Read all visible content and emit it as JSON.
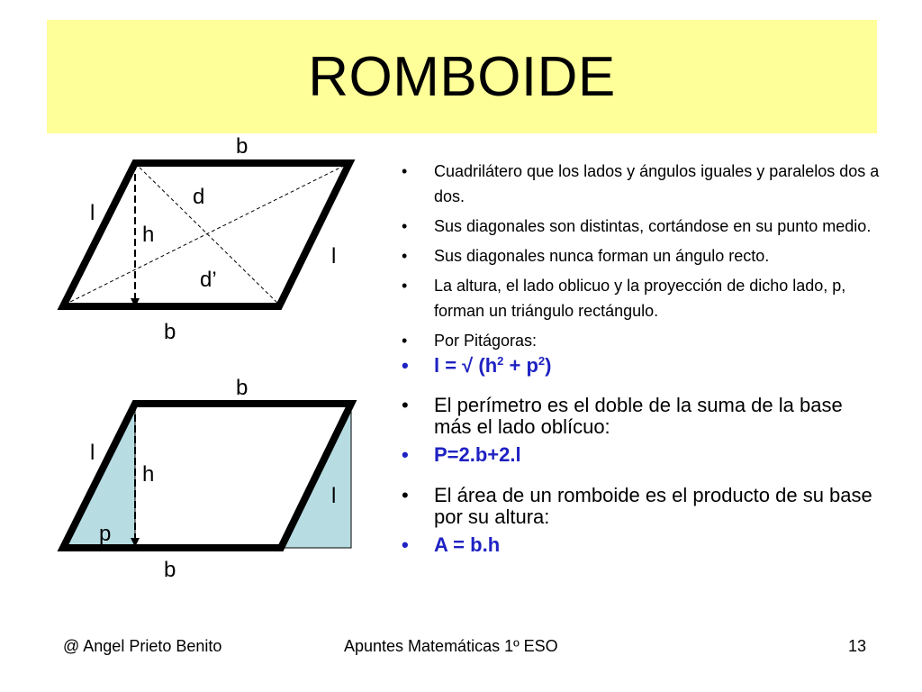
{
  "title": "ROMBOIDE",
  "diagram_top": {
    "label_b_top": "b",
    "label_b_bottom": "b",
    "label_l_left": "l",
    "label_l_right": "l",
    "label_d": "d",
    "label_d_prime": "d’",
    "label_h": "h"
  },
  "diagram_bottom": {
    "label_b_top": "b",
    "label_b_bottom": "b",
    "label_l_left": "l",
    "label_l_right": "l",
    "label_h": "h",
    "label_p": "p"
  },
  "colors": {
    "title_band": "#ffff99",
    "formula_blue": "#1f22c2",
    "triangle_fill": "#b7dde3"
  },
  "bullets": {
    "b1": "Cuadrilátero que los lados y ángulos iguales y paralelos dos a dos.",
    "b2": "Sus diagonales son distintas, cortándose en su punto medio.",
    "b3": "Sus diagonales nunca forman un ángulo recto.",
    "b4": "La altura, el lado oblicuo y la proyección de dicho lado, p, forman un triángulo rectángulo.",
    "b5": "Por Pitágoras:",
    "f1_prefix": "l = √ (h",
    "f1_exp1": "2",
    "f1_mid": " + p",
    "f1_exp2": "2",
    "f1_suffix": ")",
    "b6": "El perímetro es el doble de la suma de la base más el lado oblícuo:",
    "f2": "P=2.b+2.l",
    "b7": "El área de un romboide es el producto de su base por su altura:",
    "f3": "A = b.h"
  },
  "footer": {
    "left": "@  Angel Prieto Benito",
    "center": "Apuntes Matemáticas 1º ESO",
    "page": "13"
  }
}
